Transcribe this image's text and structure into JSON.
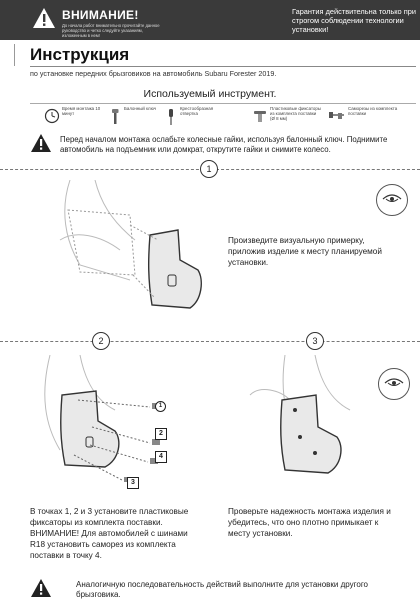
{
  "header": {
    "title": "ВНИМАНИЕ!",
    "subtitle": "До начала работ внимательно прочитайте данное руководство и четко следуйте указаниям, изложенным в нем!",
    "right_note": "Гарантия действительна только при строгом соблюдении технологии установки!",
    "background": "#3a3a3a"
  },
  "title": "Инструкция",
  "subtitle": "по установке передних брызговиков на автомобиль Subaru Forester 2019.",
  "tools": {
    "heading": "Используемый инструмент.",
    "items": [
      {
        "label": "Время монтажа 10 минут",
        "icon": "clock-icon"
      },
      {
        "label": "Балонный ключ",
        "icon": "wheel-wrench-icon"
      },
      {
        "label": "Крестообразная отвертка",
        "icon": "screwdriver-icon"
      },
      {
        "label": "Пластиковые фиксаторы из комплекта поставки (Ø 8 мм)",
        "icon": "plastic-fastener-icon"
      },
      {
        "label": "Саморезы из комплекта поставки",
        "icon": "self-tapping-screw-icon"
      }
    ]
  },
  "preface": "Перед началом монтажа ослабьте колесные гайки, используя балонный ключ. Поднимите автомобиль на подъемник или домкрат, открутите гайки и снимите колесо.",
  "steps": [
    {
      "number": "1",
      "text": "Произведите визуальную примерку, приложив изделие к месту планируемой установки."
    },
    {
      "number": "2",
      "text": "В точках 1, 2 и 3 установите пластиковые фиксаторы из комплекта поставки. ВНИМАНИЕ! Для автомобилей с шинами R18 установить саморез из комплекта поставки в точку 4."
    },
    {
      "number": "3",
      "text": "Проверьте надежность монтажа изделия и убедитесь, что оно плотно примыкает к месту установки."
    }
  ],
  "markers": [
    "1",
    "2",
    "4",
    "3"
  ],
  "footnote": "Аналогичную последовательность действий выполните для установки другого брызговика."
}
